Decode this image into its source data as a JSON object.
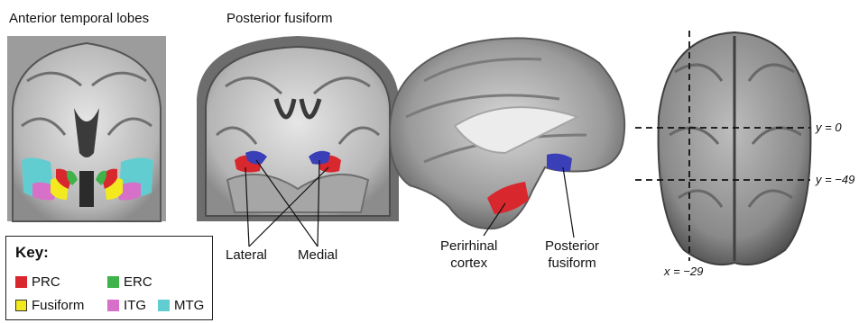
{
  "panels": {
    "anterior_title": "Anterior temporal lobes",
    "posterior_title": "Posterior fusiform"
  },
  "annotations": {
    "lateral": "Lateral",
    "medial": "Medial",
    "perirhinal": "Perirhinal\ncortex",
    "posterior_fusiform": "Posterior\nfusiform",
    "y0": "y = 0",
    "y49": "y = −49",
    "x29": "x = −29"
  },
  "key": {
    "title": "Key:",
    "items": [
      {
        "label": "PRC",
        "color": "#d9272e"
      },
      {
        "label": "ERC",
        "color": "#3fb34a"
      },
      {
        "label": "Fusiform",
        "color": "#f2ea1f"
      },
      {
        "label": "ITG",
        "color": "#d670c8"
      },
      {
        "label": "MTG",
        "color": "#62cdd0"
      }
    ]
  },
  "colors": {
    "prc": "#d9272e",
    "posterior_fusiform": "#3a3fb8"
  }
}
